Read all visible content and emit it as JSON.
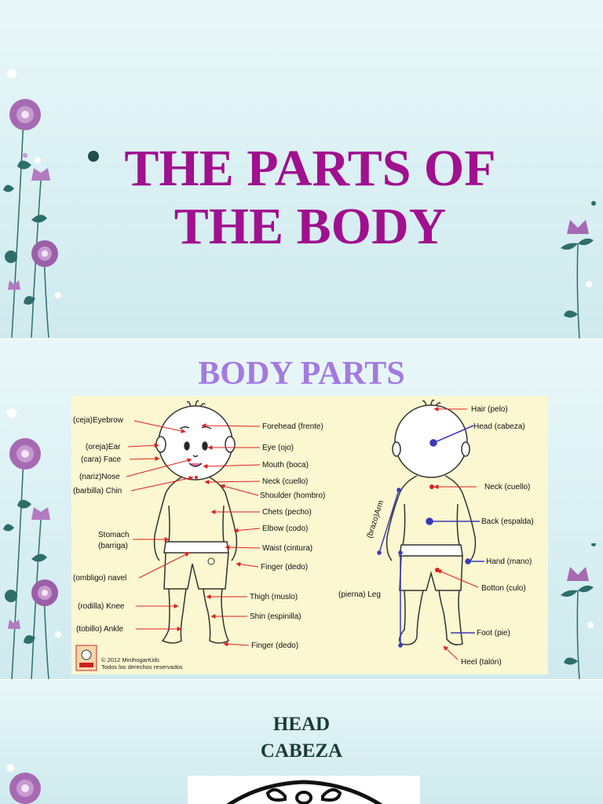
{
  "slide1": {
    "title_line1": "THE PARTS OF",
    "title_line2": "THE BODY"
  },
  "slide2": {
    "title": "BODY PARTS",
    "front_labels": {
      "eyebrow": "(ceja)Eyebrow",
      "ear": "(oreja)Ear",
      "face": "(cara) Face",
      "nose": "(nariz)Nose",
      "chin": "(barbilla) Chin",
      "stomach1": "Stomach",
      "stomach2": "(barriga)",
      "navel": "(ombligo) navel",
      "knee": "(rodilla) Knee",
      "ankle": "(tobillo) Ankle",
      "forehead": "Forehead (frente)",
      "eye": "Eye (ojo)",
      "mouth": "Mouth (boca)",
      "neck": "Neck (cuello)",
      "shoulder": "Shoulder (hombro)",
      "chest": "Chets (pecho)",
      "elbow": "Elbow (codo)",
      "waist": "Waist (cintura)",
      "finger": "Finger (dedo)",
      "thigh": "Thigh (muslo)",
      "shin": "Shin (espinilla)",
      "toe": "Finger (dedo)"
    },
    "back_labels": {
      "hair": "Hair (pelo)",
      "head": "Head (cabeza)",
      "neck": "Neck (cuello)",
      "back": "Back (espalda)",
      "hand": "Hand (mano)",
      "bottom": "Botton (culo)",
      "foot": "Foot (pie)",
      "heel": "Heel (talón)",
      "arm": "(brazo)Arm",
      "leg": "(pierna) Leg"
    },
    "copyright1": "© 2012 MinihogarKids",
    "copyright2": "Todos los derechos reservados",
    "colors": {
      "arrow_red": "#e02020",
      "marker_blue": "#3a3ab8",
      "title_purple": "#a37ae0"
    }
  },
  "slide3": {
    "title_line1": "HEAD",
    "title_line2": "CABEZA"
  },
  "colors": {
    "title_magenta": "#a0108f",
    "flower_purple": "#a66ab3",
    "leaf_teal": "#2e6e6a"
  }
}
